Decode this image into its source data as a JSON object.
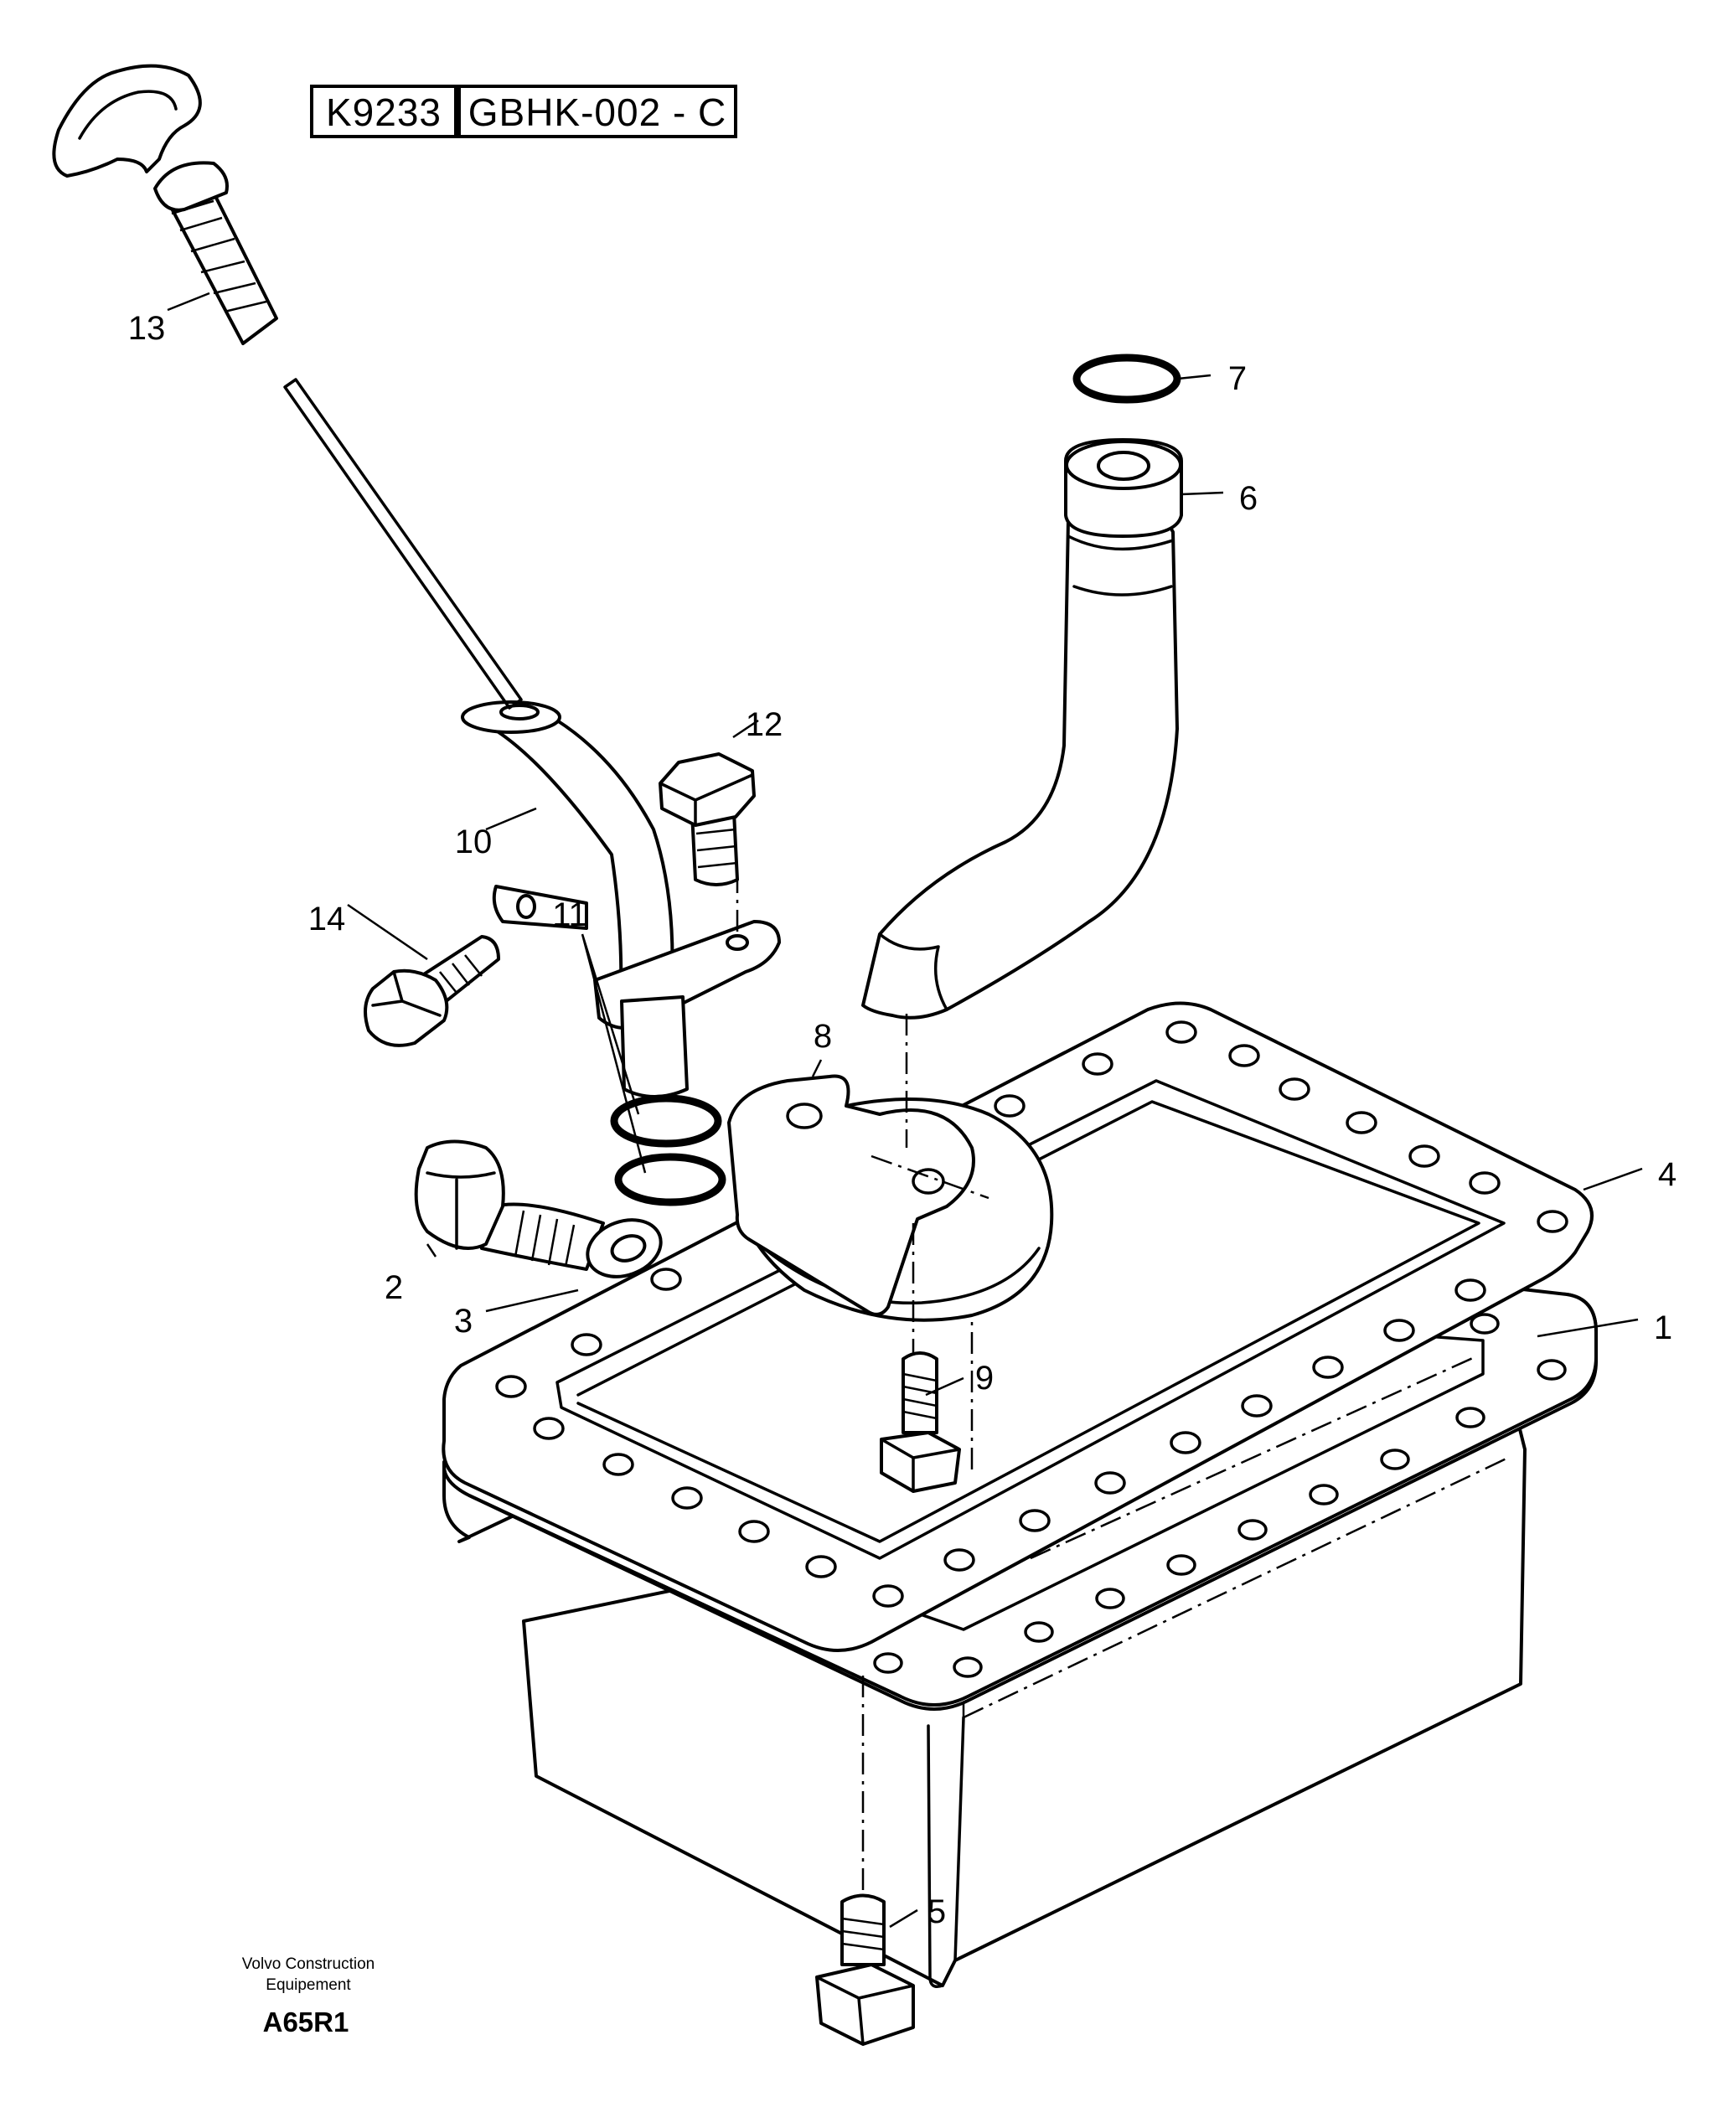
{
  "header": {
    "ref_code": "K9233",
    "drawing_code": "GBHK-002 - C"
  },
  "footer": {
    "manufacturer_line1": "Volvo Construction",
    "manufacturer_line2": "Equipement",
    "figure_code": "A65R1"
  },
  "callouts": {
    "p1": "1",
    "p2": "2",
    "p3": "3",
    "p4": "4",
    "p5": "5",
    "p6": "6",
    "p7": "7",
    "p8": "8",
    "p9": "9",
    "p10": "10",
    "p11": "11",
    "p12": "12",
    "p13": "13",
    "p14": "14"
  },
  "icons": {
    "oil_pan": "oil-pan-icon",
    "gasket": "gasket-icon",
    "dipstick": "dipstick-icon",
    "pipe": "pipe-icon"
  }
}
